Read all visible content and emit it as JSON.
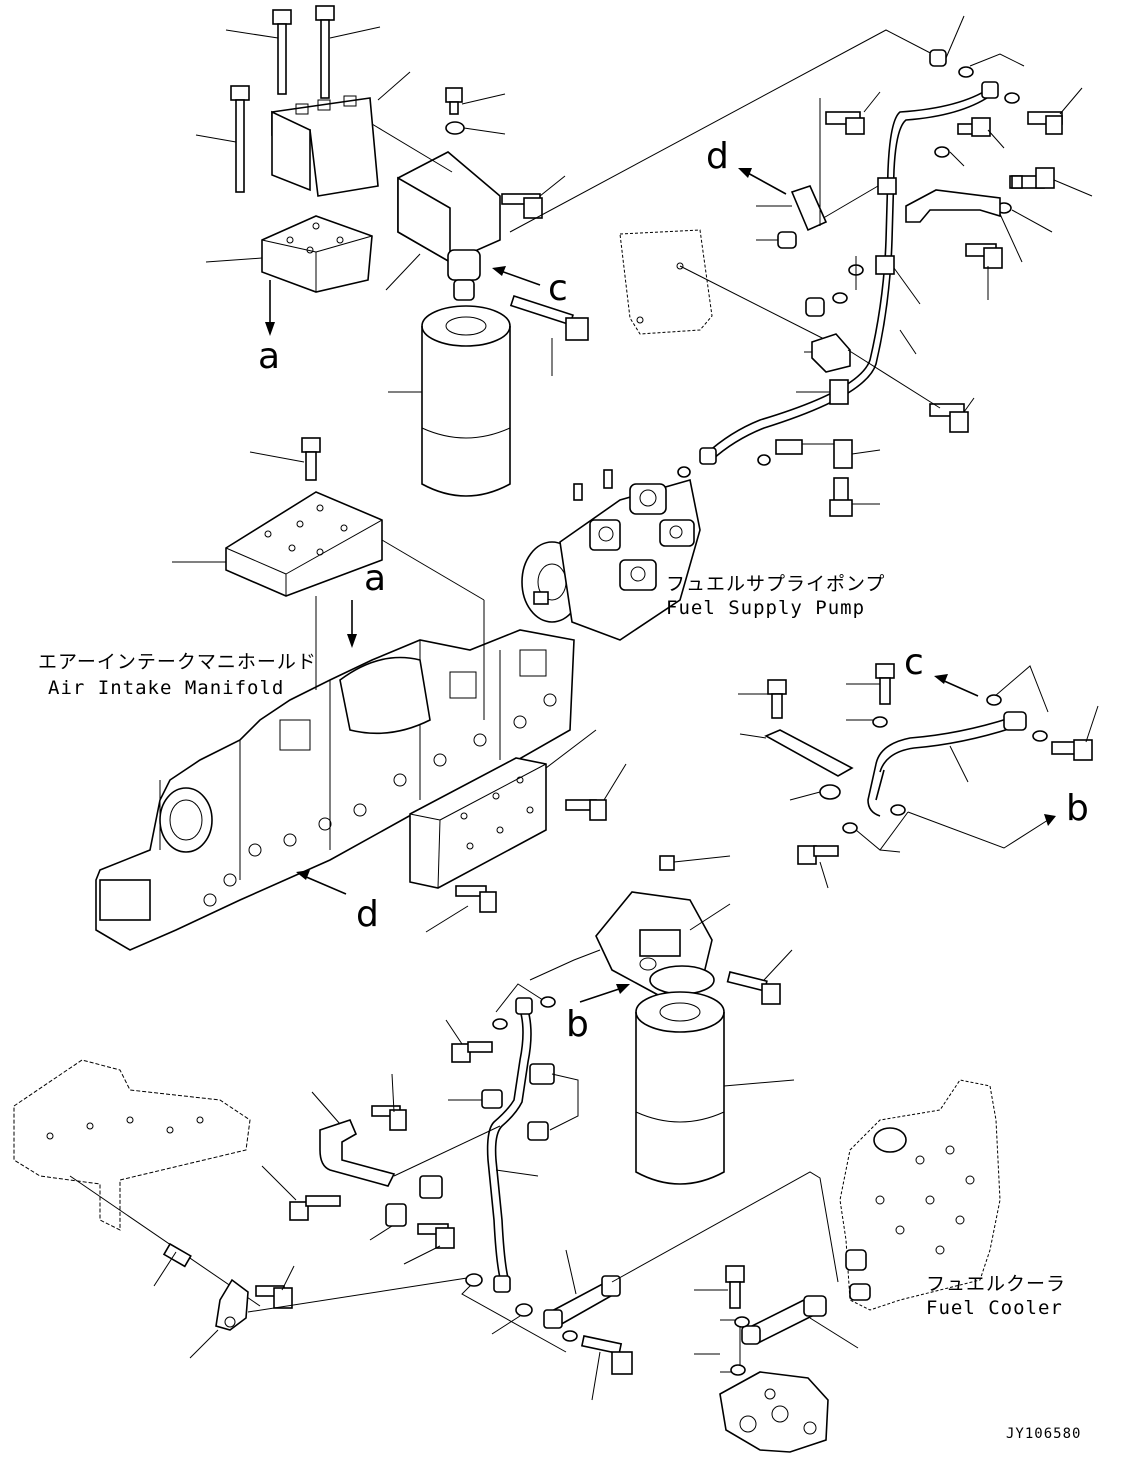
{
  "labels": {
    "fuel_supply_pump_jp": "フュエルサプライポンプ",
    "fuel_supply_pump_en": "Fuel Supply Pump",
    "air_intake_manifold_jp": "エアーインテークマニホールド",
    "air_intake_manifold_en": "Air Intake Manifold",
    "fuel_cooler_jp": "フュエルクーラ",
    "fuel_cooler_en": "Fuel Cooler"
  },
  "refs": {
    "a1": "a",
    "a2": "a",
    "b1": "b",
    "b2": "b",
    "c1": "c",
    "c2": "c",
    "d1": "d",
    "d2": "d"
  },
  "drawing_code": "JY106580"
}
